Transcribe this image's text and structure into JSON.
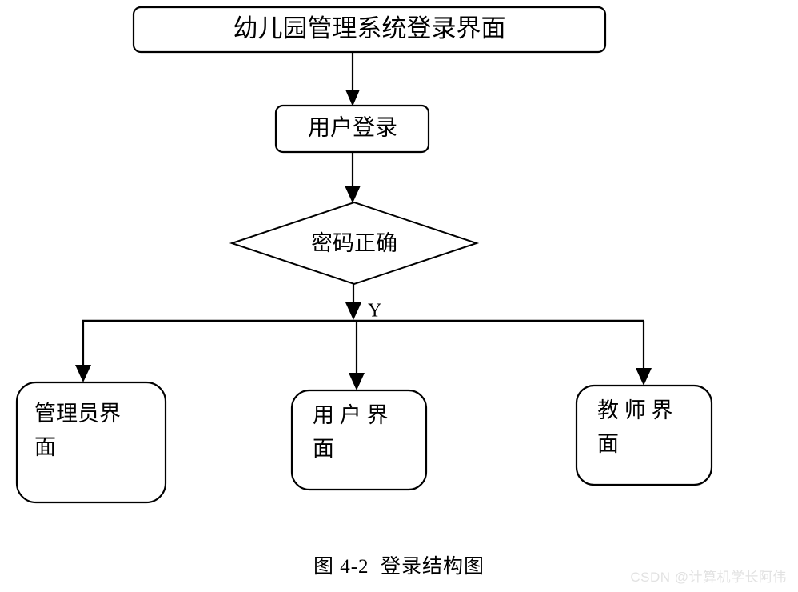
{
  "diagram": {
    "title_node": {
      "label": "幼儿园管理系统登录界面",
      "shape": "rounded-rect"
    },
    "login_node": {
      "label": "用户登录",
      "shape": "rounded-rect"
    },
    "decision_node": {
      "label": "密码正确",
      "shape": "diamond"
    },
    "branch_label": "Y",
    "leaf_nodes": [
      {
        "line1": "管理员界",
        "line2": "面",
        "full_label": "管理员界面",
        "shape": "rounded-rect"
      },
      {
        "line1": "用 户 界",
        "line2": "面",
        "full_label": "用户界面",
        "shape": "rounded-rect"
      },
      {
        "line1": "教 师 界",
        "line2": "面",
        "full_label": "教师界面",
        "shape": "rounded-rect"
      }
    ],
    "colors": {
      "stroke": "#000000",
      "fill": "#ffffff",
      "background": "#ffffff",
      "watermark": "#e2e2e2"
    }
  },
  "caption": "图 4-2  登录结构图",
  "watermark": "CSDN @计算机学长阿伟"
}
